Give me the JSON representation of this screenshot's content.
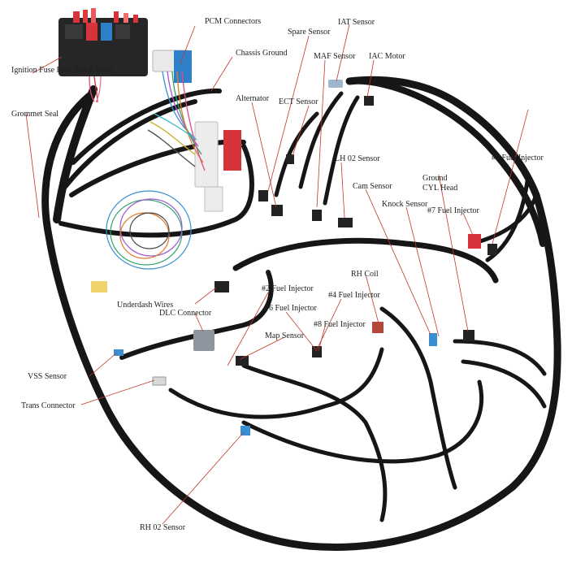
{
  "labels": {
    "ignition_fuse": "Ignition Fuse Fuse Block Relay",
    "grommet_seal": "Grommet Seal",
    "pcm_connectors": "PCM Connectors",
    "spare_sensor": "Spare Sensor",
    "iat_sensor": "IAT Sensor",
    "chassis_ground": "Chassis Ground",
    "maf_sensor": "MAF Sensor",
    "iac_motor": "IAC Motor",
    "alternator": "Alternator",
    "ect_sensor": "ECT Sensor",
    "lh_o2": "LH 02 Sensor",
    "fuel5": "#5 Fuel Injector",
    "ground_cyl_1": "Ground",
    "ground_cyl_2": "CYL Head",
    "cam_sensor": "Cam Sensor",
    "knock_sensor": "Knock Sensor",
    "fuel7": "#7 Fuel Injector",
    "rh_coil": "RH Coil",
    "fuel2": "#2 Fuel Injector",
    "fuel4": "#4 Fuel Injector",
    "underdash": "Underdash Wires",
    "dlc": "DLC Connector",
    "fuel6": "#6 Fuel Injector",
    "fuel8": "#8 Fuel Injector",
    "map_sensor": "Map Sensor",
    "vss": "VSS Sensor",
    "trans": "Trans Connector",
    "rh_o2": "RH 02 Sensor"
  },
  "colors": {
    "loom": "#161616",
    "leader_line": "#c0392b",
    "pcm_blue": "#2f80c9",
    "pcm_red": "#d6333b",
    "fuse_block": "#2a2a2a"
  },
  "wire_colors": [
    "#3a8fd0",
    "#9c5bd1",
    "#2fa36b",
    "#e07b2a",
    "#d94b8f",
    "#4a4a4a",
    "#c9b22e",
    "#3bb7c4"
  ]
}
